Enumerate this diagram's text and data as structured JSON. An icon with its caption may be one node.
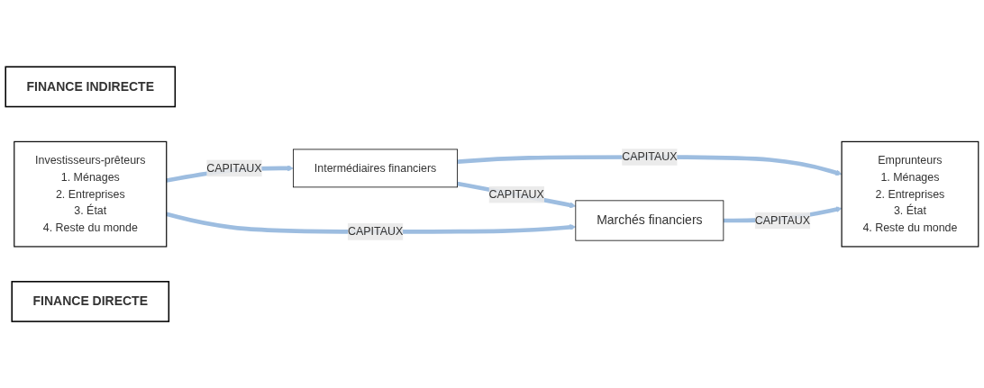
{
  "diagram": {
    "nodes": [
      {
        "text": [
          "FINANCE INDIRECTE"
        ]
      },
      {
        "text": [
          "Intermédiaires financiers"
        ]
      },
      {
        "text": [
          "Investisseurs-prêteurs",
          "1. Ménages",
          "2. Entreprises",
          "3. État",
          "4. Reste du monde"
        ]
      },
      {
        "text": [
          "Marchés financiers"
        ]
      },
      {
        "text": [
          "Emprunteurs",
          "1. Ménages",
          "2. Entreprises",
          "3. État",
          "4. Reste du monde"
        ]
      },
      {
        "text": [
          "FINANCE DIRECTE"
        ]
      }
    ],
    "edges": [
      {
        "from": 2,
        "to": 1,
        "arrow": "to",
        "label": "CAPITAUX"
      },
      {
        "from": 1,
        "to": 4,
        "arrow": "to",
        "label": "CAPITAUX"
      },
      {
        "from": 1,
        "to": 3,
        "arrow": "to",
        "label": "CAPITAUX"
      },
      {
        "from": 2,
        "to": 3,
        "arrow": "to",
        "label": "CAPITAUX"
      },
      {
        "from": 3,
        "to": 4,
        "arrow": "to",
        "label": "CAPITAUX"
      }
    ]
  }
}
